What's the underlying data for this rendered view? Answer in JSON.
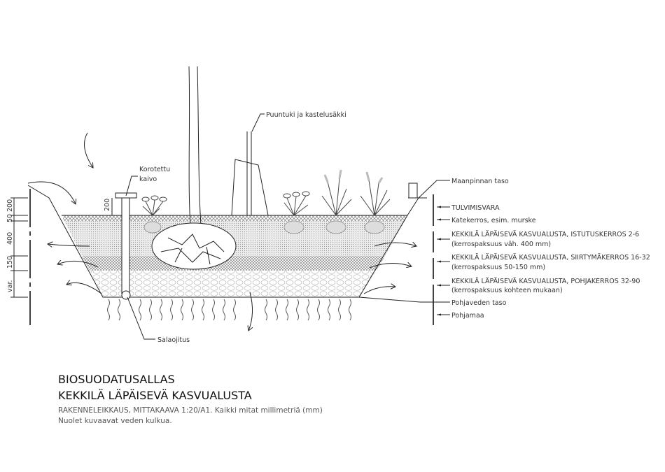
{
  "labels": {
    "raised_well": [
      "Korotettu",
      "kaivo"
    ],
    "stake": "Puuntuki ja kastelusäkki",
    "ground_level": "Maanpinnan taso",
    "flood_margin": "TULVIMISVARA",
    "mulch": "Katekerros, esim. murske",
    "planting_layer": [
      "KEKKILÄ LÄPÄISEVÄ KASVUALUSTA, ISTUTUSKERROS 2-6",
      "(kerrospaksuus väh. 400 mm)"
    ],
    "transition_layer": [
      "KEKKILÄ LÄPÄISEVÄ KASVUALUSTA, SIIRTYMÄKERROS 16-32",
      "(kerrospaksuus 50-150 mm)"
    ],
    "base_layer": [
      "KEKKILÄ LÄPÄISEVÄ KASVUALUSTA, POHJAKERROS 32-90",
      "(kerrospaksuus kohteen mukaan)"
    ],
    "groundwater": "Pohjaveden taso",
    "subsoil": "Pohjamaa",
    "drain": "Salaojitus"
  },
  "dimensions": {
    "well_height": "200",
    "left": [
      "200",
      "50",
      "400",
      "150",
      "var."
    ]
  },
  "title": {
    "line1": "BIOSUODATUSALLAS",
    "line2": "KEKKILÄ LÄPÄISEVÄ KASVUALUSTA",
    "note1": "RAKENNELEIKKAUS, MITTAKAAVA 1:20/A1. Kaikki mitat millimetriä (mm)",
    "note2": "Nuolet kuvaavat veden kulkua."
  }
}
